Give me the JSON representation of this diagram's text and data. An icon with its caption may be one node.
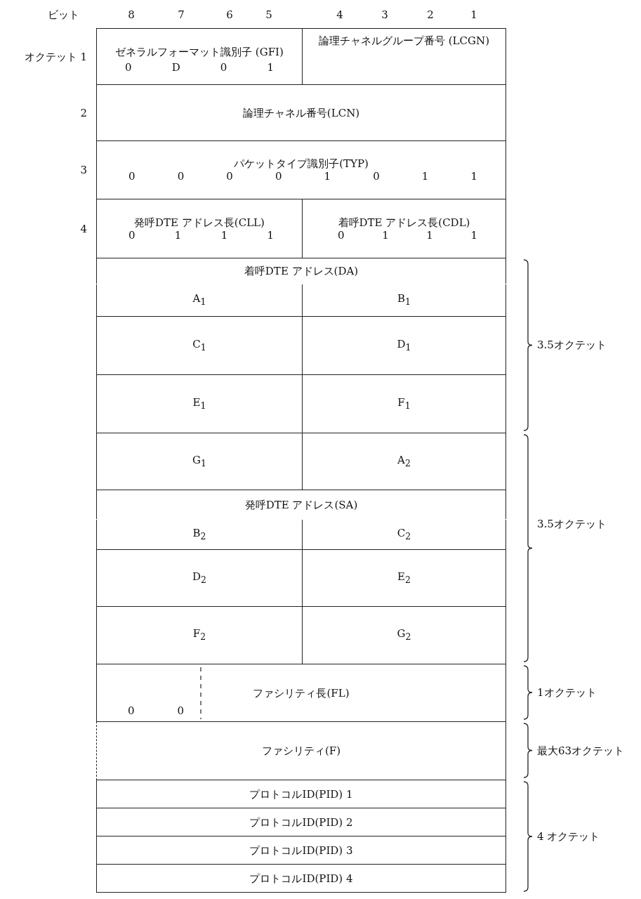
{
  "diagram": {
    "nodes": [
      {
        "text": [
          "ゼネラルフォーマット識別子 (GFI)",
          "0 D 0 1"
        ]
      },
      {
        "text": [
          "論理チャネルグループ番号 (LCGN)"
        ]
      },
      {
        "text": [
          "論理チャネル番号(LCN)"
        ]
      },
      {
        "text": [
          "パケットタイプ識別子(TYP)",
          "0 0 0 0 1 0 1 1"
        ]
      },
      {
        "text": [
          "発呼DTE アドレス長(CLL)",
          "0 1 1 1"
        ]
      },
      {
        "text": [
          "着呼DTE アドレス長(CDL)",
          "0 1 1 1"
        ]
      },
      {
        "text": [
          "着呼DTE アドレス(DA)"
        ]
      },
      {
        "text": [
          "A$_{1}$"
        ]
      },
      {
        "text": [
          "B$_{1}$"
        ]
      },
      {
        "text": [
          "C$_{1}$"
        ]
      },
      {
        "text": [
          "D$_{1}$"
        ]
      },
      {
        "text": [
          "E$_{1}$"
        ]
      },
      {
        "text": [
          "F$_{1}$"
        ]
      },
      {
        "text": [
          "G$_{1}$"
        ]
      },
      {
        "text": [
          "A$_{2}$"
        ]
      },
      {
        "text": [
          "発呼DTE アドレス(SA)"
        ]
      },
      {
        "text": [
          "B$_{2}$"
        ]
      },
      {
        "text": [
          "C$_{2}$"
        ]
      },
      {
        "text": [
          "D$_{2}$"
        ]
      },
      {
        "text": [
          "E$_{2}$"
        ]
      },
      {
        "text": [
          "F$_{2}$"
        ]
      },
      {
        "text": [
          "G$_{2}$"
        ]
      },
      {
        "text": [
          "ファシリティ長(FL)",
          "0 0"
        ]
      },
      {
        "text": [
          "ファシリティ(F)"
        ]
      },
      {
        "text": [
          "プロトコルID(PID) 1"
        ]
      },
      {
        "text": [
          "プロトコルID(PID) 2"
        ]
      },
      {
        "text": [
          "プロトコルID(PID) 3"
        ]
      },
      {
        "text": [
          "プロトコルID(PID) 4"
        ]
      }
    ],
    "labels": [
      "ビット",
      "8",
      "7",
      "6",
      "5",
      "4",
      "3",
      "2",
      "1",
      "オクテット 1",
      "2",
      "3",
      "4",
      "3.5オクテット",
      "3.5オクテット",
      "1オクテット",
      "最大63オクテット",
      "4 オクテット"
    ]
  }
}
